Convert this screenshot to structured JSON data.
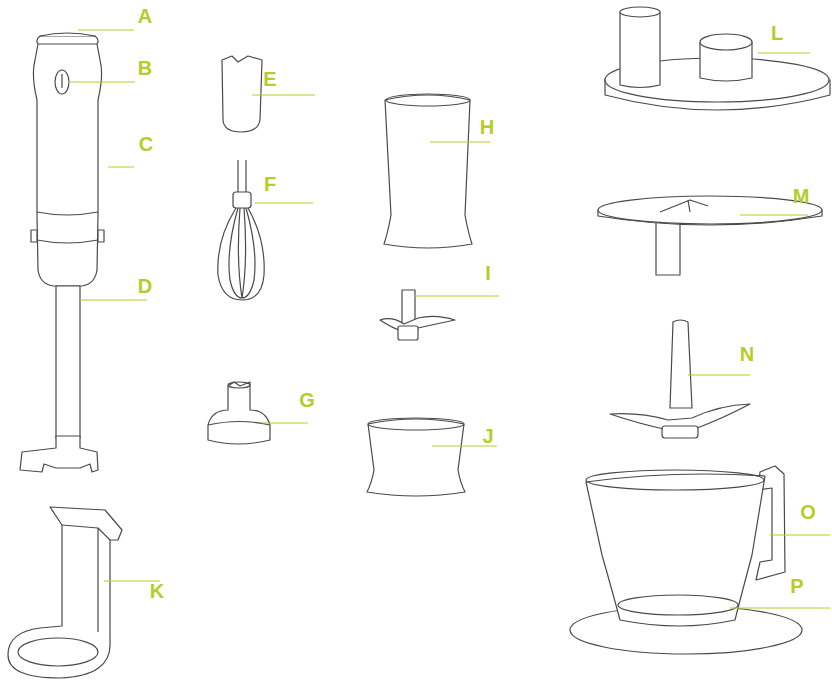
{
  "diagram": {
    "labels": [
      "A",
      "B",
      "C",
      "D",
      "E",
      "F",
      "G",
      "H",
      "I",
      "J",
      "K",
      "L",
      "M",
      "N",
      "O",
      "P"
    ]
  }
}
